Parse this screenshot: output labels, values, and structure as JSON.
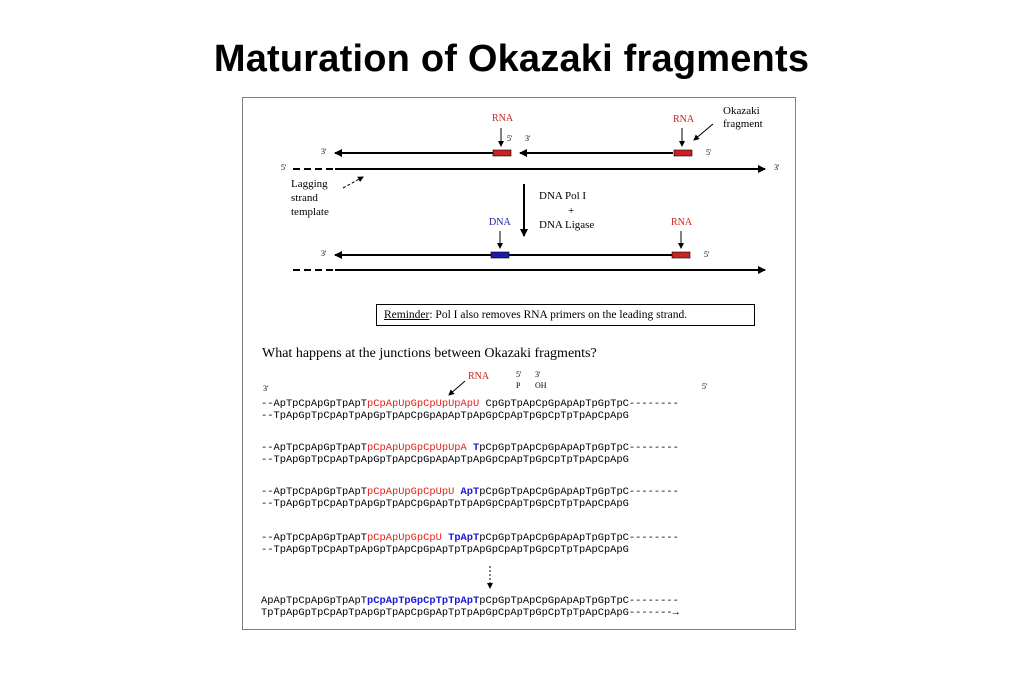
{
  "title": "Maturation of Okazaki fragments",
  "diagram": {
    "rna": "RNA",
    "dna": "DNA",
    "okazaki_line1": "Okazaki",
    "okazaki_line2": "fragment",
    "three_prime": "3'",
    "five_prime": "5'",
    "lagging_line1": "Lagging",
    "lagging_line2": "strand",
    "lagging_line3": "template",
    "enzyme_line1": "DNA Pol I",
    "enzyme_line2": "+",
    "enzyme_line3": "DNA Ligase",
    "colors": {
      "rna": "#cc2222",
      "dna": "#1a1aa8",
      "arrow": "#000000"
    }
  },
  "reminder": {
    "label": "Reminder",
    "text": ": Pol I also removes RNA primers on the leading strand."
  },
  "question": "What happens at the junctions between Okazaki fragments?",
  "junction_labels": {
    "rna": "RNA",
    "three_prime": "3'",
    "five_prime_top": "5'",
    "p": "P",
    "three_prime_top": "3'",
    "oh": "OH",
    "five_prime_right": "5'"
  },
  "sequences": [
    {
      "top": [
        "--ApTpCpApGpTpApT",
        "pCpApUpGpCpUpUpApU",
        " CpGpTpApCpGpApApTpGpTpC--------"
      ],
      "bottom": "--TpApGpTpCpApTpApGpTpApCpGpApApTpApGpCpApTpGpCpTpTpApCpApG"
    },
    {
      "top": [
        "--ApTpCpApGpTpApT",
        "pCpApUpGpCpUpUpA",
        " T",
        "pCpGpTpApCpGpApApTpGpTpC--------"
      ],
      "bottom": "--TpApGpTpCpApTpApGpTpApCpGpApApTpApGpCpApTpGpCpTpTpApCpApG"
    },
    {
      "top": [
        "--ApTpCpApGpTpApT",
        "pCpApUpGpCpUpU",
        " ApT",
        "pCpGpTpApCpGpApApTpGpTpC--------"
      ],
      "bottom": "--TpApGpTpCpApTpApGpTpApCpGpApTpTpApGpCpApTpGpCpTpTpApCpApG"
    },
    {
      "top": [
        "--ApTpCpApGpTpApT",
        "pCpApUpGpCpU",
        " TpApT",
        "pCpGpTpApCpGpApApTpGpTpC--------"
      ],
      "bottom": "--TpApGpTpCpApTpApGpTpApCpGpApTpTpApGpCpApTpGpCpTpTpApCpApG"
    },
    {
      "top": [
        "ApApTpCpApGpTpApT",
        "pCpApTpGpCpTpTpApT",
        "pCpGpTpApCpGpApApTpGpTpC--------"
      ],
      "bottom": "TpTpApGpTpCpApTpApGpTpApCpGpApTpTpApGpCpApTpGpCpTpTpApCpApG-------→"
    }
  ]
}
